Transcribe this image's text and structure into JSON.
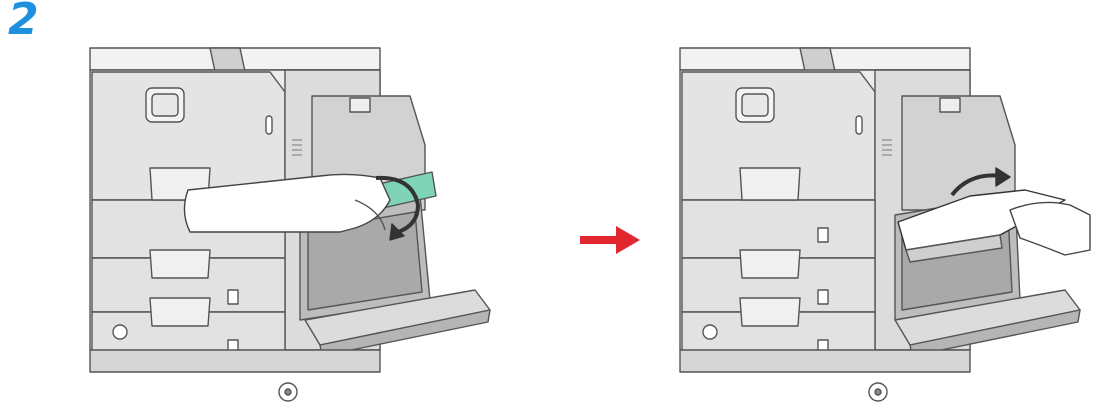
{
  "step": {
    "number": "2",
    "color": "#1f8fe0"
  },
  "arrow": {
    "icon": "right-arrow-icon",
    "color": "#e0282e"
  },
  "panels": [
    {
      "id": "left",
      "illustration": "printer-hand-turning-green-knob",
      "accent": "#7fd3b7"
    },
    {
      "id": "right",
      "illustration": "printer-hand-removing-jammed-paper"
    }
  ]
}
